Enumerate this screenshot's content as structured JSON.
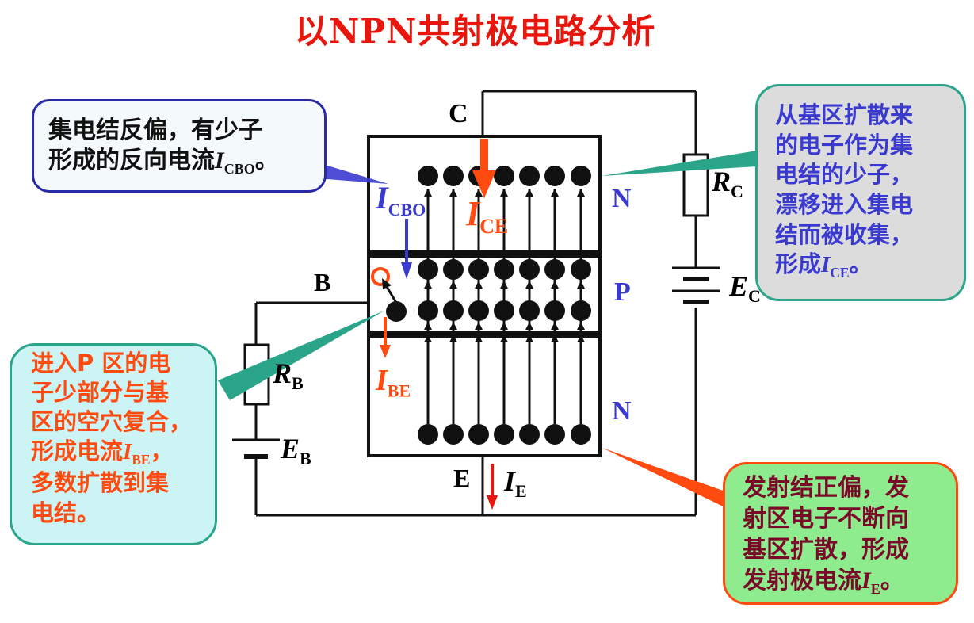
{
  "title": "以NPN共射极电路分析",
  "terminals": {
    "collector": "C",
    "base": "B",
    "emitter": "E"
  },
  "regions": {
    "top": "N",
    "middle": "P",
    "bottom": "N"
  },
  "components": {
    "rc": {
      "main": "R",
      "sub": "C"
    },
    "rb": {
      "main": "R",
      "sub": "B"
    },
    "ec": {
      "main": "E",
      "sub": "C"
    },
    "eb": {
      "main": "E",
      "sub": "B"
    }
  },
  "currents": {
    "icbo": {
      "main": "I",
      "sub": "CBO"
    },
    "ice": {
      "main": "I",
      "sub": "CE"
    },
    "ibe": {
      "main": "I",
      "sub": "BE"
    },
    "ie": {
      "main": "I",
      "sub": "E"
    }
  },
  "callouts": {
    "top_left": {
      "line1": "集电结反偏，有少子",
      "line2": "形成的反向电流",
      "sym": "I",
      "sub": "CBO",
      "end": "。"
    },
    "top_right": {
      "lines": [
        "从基区扩散来",
        "的电子作为集",
        "电结的少子，",
        "漂移进入集电",
        "结而被收集，"
      ],
      "last": "形成",
      "sym": "I",
      "sub": "CE",
      "end": "。"
    },
    "bottom_left": {
      "lines": [
        "进入P 区的电",
        "子少部分与基",
        "区的空穴复合，"
      ],
      "line4": "形成电流",
      "sym": "I",
      "sub": "BE",
      "end": "，",
      "lines_after": [
        "多数扩散到集",
        "电结。"
      ]
    },
    "bottom_right": {
      "lines": [
        "发射结正偏，发",
        "射区电子不断向",
        "基区扩散，形成"
      ],
      "last": "发射极电流",
      "sym": "I",
      "sub": "E",
      "end": "。"
    }
  },
  "colors": {
    "title": "#e8160c",
    "blue": "#3a3ad0",
    "orange": "#ff4a10",
    "teal": "#2aa58a",
    "maroon": "#7a0a2a"
  }
}
